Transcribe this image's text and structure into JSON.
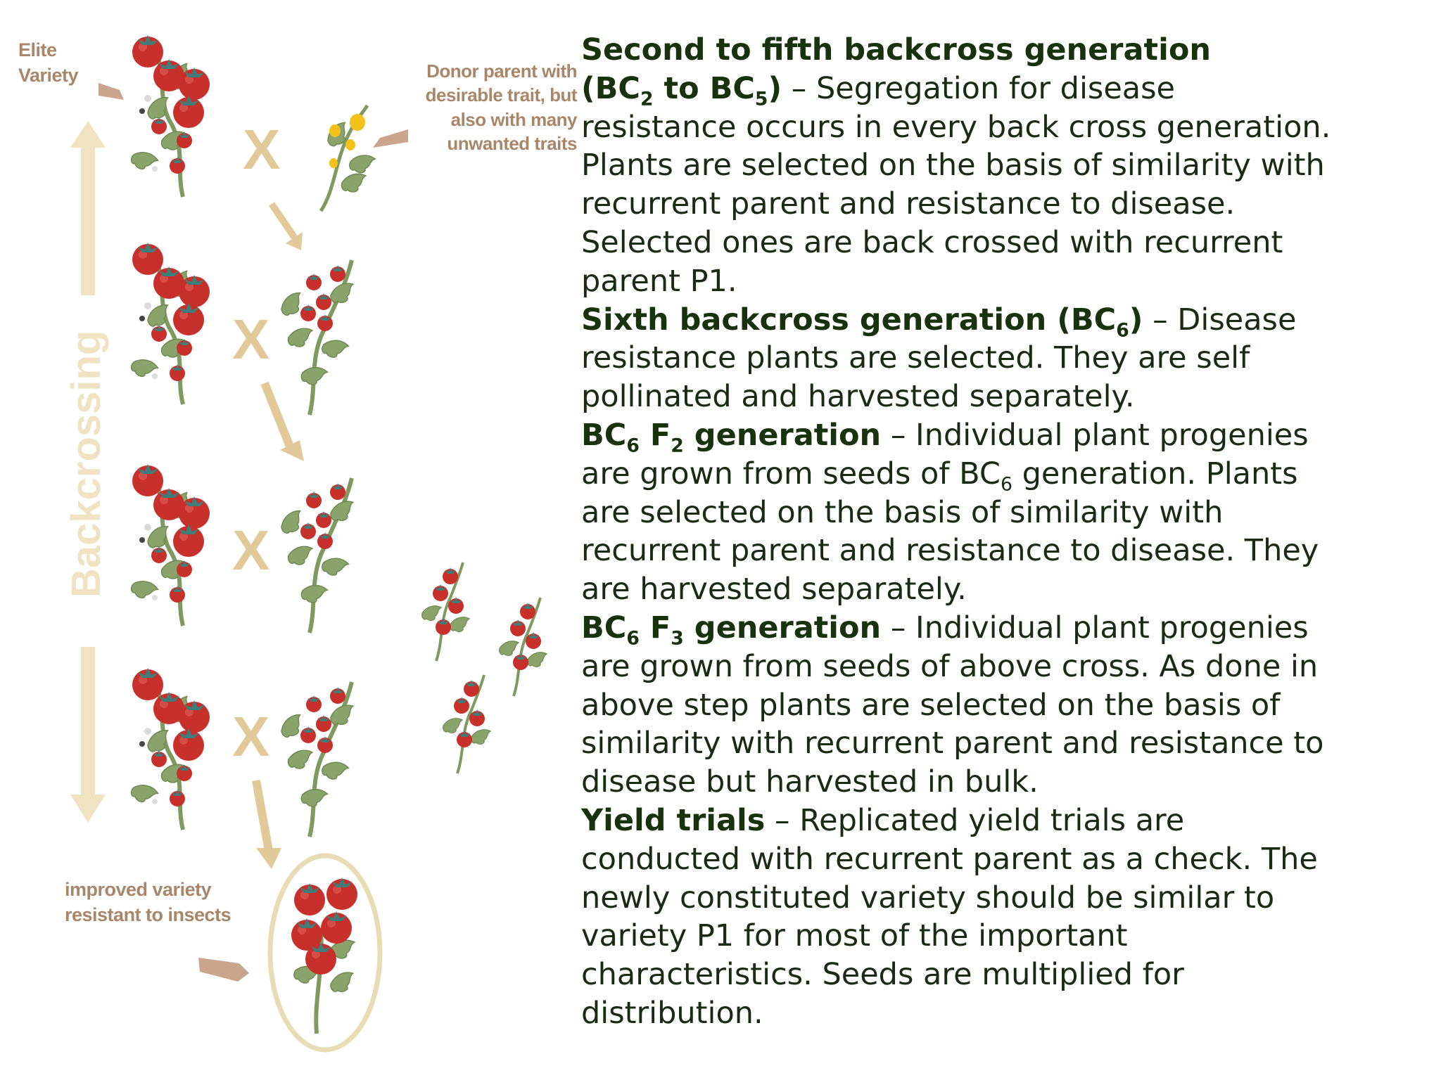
{
  "labels": {
    "elite": [
      "Elite",
      "Variety"
    ],
    "donor": [
      "Donor parent with",
      "desirable trait, but",
      "also with many",
      "unwanted traits"
    ],
    "backcrossing": "Backcrossing",
    "improved": [
      "improved variety",
      "resistant to insects"
    ],
    "cross_symbol": "X"
  },
  "colors": {
    "text_dark": "#17320d",
    "label_brown": "#a8866a",
    "arrow_tan": "#e2c99a",
    "tomato_red": "#c8302b",
    "leaf_green": "#8aa36a",
    "calyx_teal": "#3e7d7a",
    "donor_yellow": "#f2c21a"
  },
  "sections": [
    {
      "lines": [
        [
          {
            "t": "Second to fifth backcross generation",
            "b": true
          }
        ],
        [
          {
            "t": "(BC",
            "b": true
          },
          {
            "t": "2",
            "b": true,
            "sub": true
          },
          {
            "t": " to BC",
            "b": true
          },
          {
            "t": "5",
            "b": true,
            "sub": true
          },
          {
            "t": ")",
            "b": true
          },
          {
            "t": " – Segregation for disease"
          }
        ],
        [
          {
            "t": "resistance occurs in every back cross generation."
          }
        ],
        [
          {
            "t": "Plants are selected on the basis of similarity with"
          }
        ],
        [
          {
            "t": "recurrent parent and resistance to disease."
          }
        ],
        [
          {
            "t": "Selected ones are back crossed with recurrent"
          }
        ],
        [
          {
            "t": "parent P1."
          }
        ]
      ]
    },
    {
      "lines": [
        [
          {
            "t": "Sixth backcross generation (BC",
            "b": true
          },
          {
            "t": "6",
            "b": true,
            "sub": true
          },
          {
            "t": ")",
            "b": true
          },
          {
            "t": " – Disease"
          }
        ],
        [
          {
            "t": "resistance plants are selected. They are self"
          }
        ],
        [
          {
            "t": "pollinated and harvested separately."
          }
        ]
      ]
    },
    {
      "lines": [
        [
          {
            "t": "BC",
            "b": true
          },
          {
            "t": "6",
            "b": true,
            "sub": true
          },
          {
            "t": " F",
            "b": true
          },
          {
            "t": "2",
            "b": true,
            "sub": true
          },
          {
            "t": " generation",
            "b": true
          },
          {
            "t": " – Individual plant progenies"
          }
        ],
        [
          {
            "t": "are grown from seeds of BC"
          },
          {
            "t": "6",
            "sub": true
          },
          {
            "t": " generation. Plants"
          }
        ],
        [
          {
            "t": "are selected on the basis of similarity with"
          }
        ],
        [
          {
            "t": "recurrent parent and resistance to disease. They"
          }
        ],
        [
          {
            "t": "are harvested separately."
          }
        ]
      ]
    },
    {
      "lines": [
        [
          {
            "t": "BC",
            "b": true
          },
          {
            "t": "6",
            "b": true,
            "sub": true
          },
          {
            "t": " F",
            "b": true
          },
          {
            "t": "3",
            "b": true,
            "sub": true
          },
          {
            "t": " generation",
            "b": true
          },
          {
            "t": " – Individual plant progenies"
          }
        ],
        [
          {
            "t": "are grown from seeds of above cross. As done in"
          }
        ],
        [
          {
            "t": "above step plants are selected on the basis of"
          }
        ],
        [
          {
            "t": "similarity with recurrent parent and resistance to"
          }
        ],
        [
          {
            "t": "disease but harvested in bulk."
          }
        ]
      ]
    },
    {
      "lines": [
        [
          {
            "t": "Yield trials",
            "b": true
          },
          {
            "t": " – Replicated yield trials are"
          }
        ],
        [
          {
            "t": "conducted with recurrent parent as a check. The"
          }
        ],
        [
          {
            "t": "newly constituted variety should be similar to"
          }
        ],
        [
          {
            "t": "variety P1 for most of the important"
          }
        ],
        [
          {
            "t": "characteristics. Seeds are multiplied for"
          }
        ],
        [
          {
            "t": "distribution."
          }
        ]
      ]
    }
  ]
}
